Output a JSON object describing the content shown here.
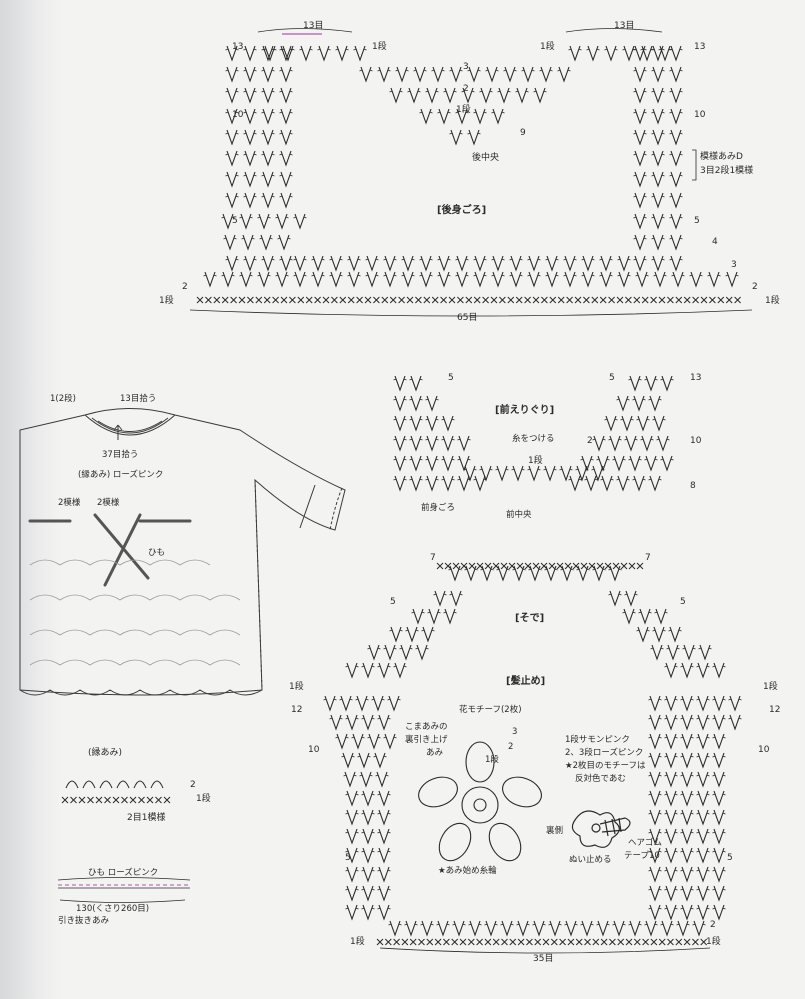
{
  "colors": {
    "ink": "#2a2a2a",
    "paper": "#f3f3f1",
    "accent": "#c070c0"
  },
  "back_body": {
    "title": "[後身ごろ]",
    "top_left_count": "13目",
    "top_right_count": "13目",
    "bottom_count": "65目",
    "center_label": "後中央",
    "pattern_label": "模様あみD",
    "pattern_sub": "3目2段1模様",
    "row_labels": {
      "l13": "13",
      "l10": "10",
      "l5": "5",
      "l2": "2",
      "l1": "1段",
      "r13": "13",
      "r10": "10",
      "r5": "5",
      "r4": "4",
      "r3": "3",
      "r2": "2",
      "r1": "1段",
      "ml1": "1段",
      "mr1": "1段",
      "c3": "3",
      "c2": "2",
      "c1": "1段",
      "c9": "9"
    }
  },
  "sweater": {
    "neck_rows": "1(2段)",
    "pick_top": "13目拾う",
    "pick_bottom": "37目拾う",
    "edge_color": "(縁あみ) ローズピンク",
    "pat_left": "2模様",
    "pat_right": "2模様",
    "cord": "ひも"
  },
  "front_neck": {
    "title": "[前えりぐり]",
    "attach": "糸をつける",
    "front_label": "前身ごろ",
    "center_label": "前中央",
    "rows": {
      "l5": "5",
      "r5": "5",
      "r13": "13",
      "r10": "10",
      "r8": "8",
      "r2": "2",
      "c1": "1段"
    }
  },
  "edging": {
    "title": "(縁あみ)",
    "row2": "2",
    "row1": "1段",
    "repeat": "2目1模様"
  },
  "cord_diagram": {
    "title": "ひも ローズピンク",
    "length": "130(くさり260目)",
    "slip": "引き抜きあみ"
  },
  "sleeve": {
    "title": "[そで]",
    "bottom_count": "35目",
    "rows": {
      "l7": "7",
      "r7": "7",
      "l5": "5",
      "r5": "5",
      "l1": "1段",
      "r1": "1段",
      "l12": "12",
      "r12": "12",
      "l10": "10",
      "r10": "10",
      "l5b": "5",
      "r5b": "5",
      "lb1": "1段",
      "rb2": "2",
      "rb1": "1段"
    }
  },
  "hair_clip": {
    "title": "[髪止め]",
    "motif": "花モチーフ(2枚)",
    "note_a1": "こまあみの",
    "note_a2": "裏引き上げ",
    "note_a3": "あみ",
    "row3": "3",
    "row2": "2",
    "row1": "1段",
    "color1": "1段サモンピンク",
    "color2": "2、3段ローズピンク",
    "color3": "★2枚目のモチーフは",
    "color4": "反対色であむ",
    "back": "裏側",
    "elastic": "ヘアゴム",
    "tape": "テープ10",
    "sew": "ぬい止める",
    "start": "★あみ始め糸輪"
  }
}
